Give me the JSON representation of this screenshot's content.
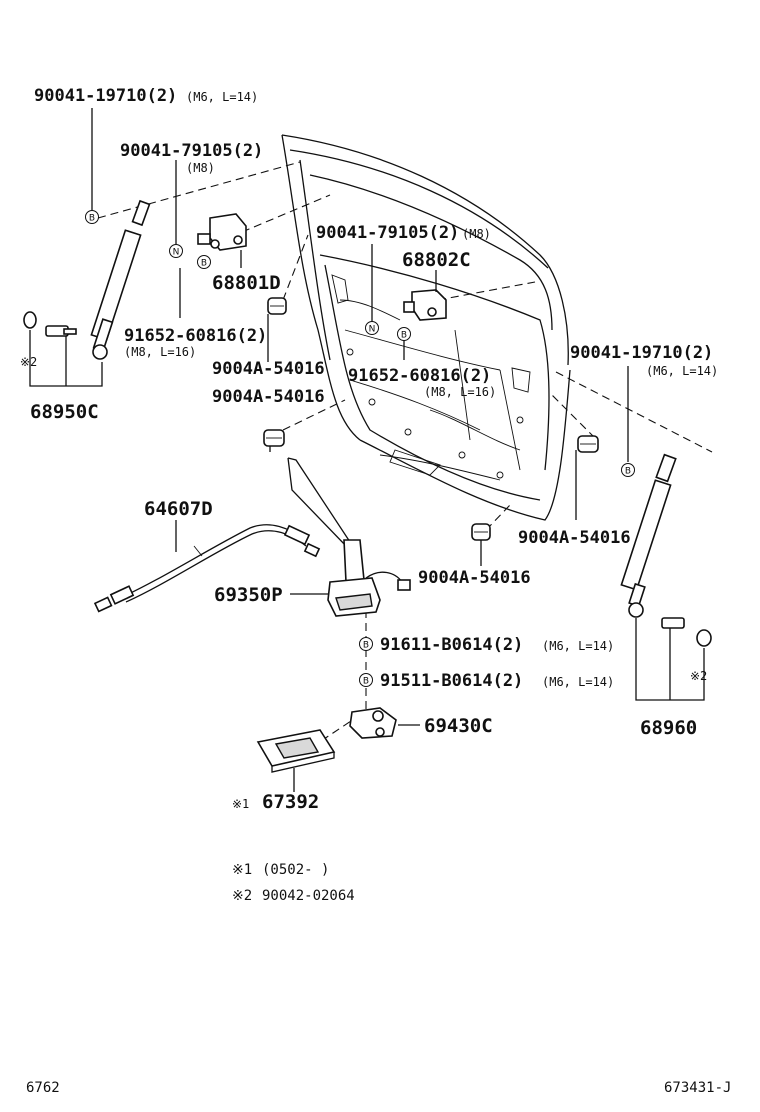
{
  "labels": {
    "p90041_19710_a": "90041-19710(2)",
    "p90041_19710_a_spec": "(M6, L=14)",
    "p90041_79105_a": "90041-79105(2)",
    "p90041_79105_a_spec": "(M8)",
    "p90041_79105_b": "90041-79105(2)",
    "p90041_79105_b_spec": "(M8)",
    "p68801D": "68801D",
    "p68802C": "68802C",
    "p91652_a": "91652-60816(2)",
    "p91652_a_spec": "(M8, L=16)",
    "p91652_b": "91652-60816(2)",
    "p91652_b_spec": "(M8, L=16)",
    "p9004A_a": "9004A-54016",
    "p9004A_b": "9004A-54016",
    "p9004A_c": "9004A-54016",
    "p9004A_d": "9004A-54016",
    "p90041_19710_b": "90041-19710(2)",
    "p90041_19710_b_spec": "(M6, L=14)",
    "note2_left": "※2",
    "p68950C": "68950C",
    "p64607D": "64607D",
    "p69350P": "69350P",
    "p91611": "91611-B0614(2)",
    "p91611_spec": "(M6, L=14)",
    "p91511": "91511-B0614(2)",
    "p91511_spec": "(M6, L=14)",
    "p69430C": "69430C",
    "note2_right": "※2",
    "p68960": "68960",
    "note1_mark": "※1",
    "p67392": "67392",
    "marker_b": "B",
    "marker_n": "N"
  },
  "footnotes": {
    "note1_mark": "※1",
    "note1_text": "(0502-      )",
    "note2_mark": "※2",
    "note2_text": "90042-02064"
  },
  "footer": {
    "left_code": "6762",
    "right_code": "673431-J"
  }
}
